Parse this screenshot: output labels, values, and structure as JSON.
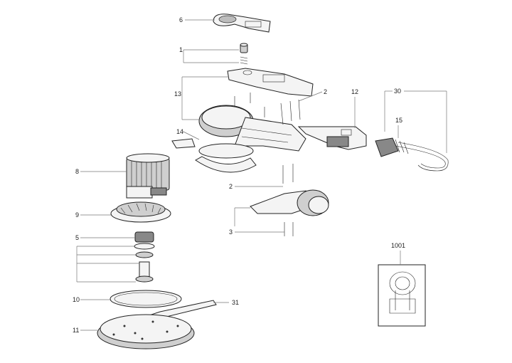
{
  "callouts": {
    "c6": "6",
    "c1": "1",
    "c13": "13",
    "c2a": "2",
    "c12": "12",
    "c30": "30",
    "c15": "15",
    "c14": "14",
    "c8": "8",
    "c2b": "2",
    "c9": "9",
    "c3": "3",
    "c5": "5",
    "c1001": "1001",
    "c10": "10",
    "c31": "31",
    "c11": "11"
  }
}
